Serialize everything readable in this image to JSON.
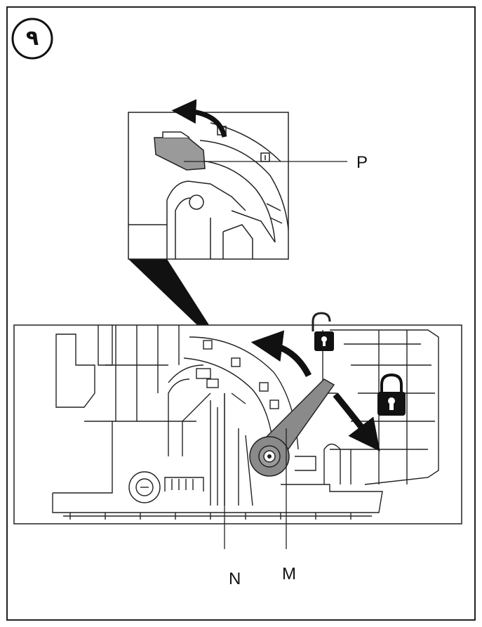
{
  "figure": {
    "step_number": "٩",
    "labels": {
      "p": "P",
      "n": "N",
      "m": "M"
    },
    "icons": [
      "unlocked-padlock-icon",
      "locked-padlock-icon",
      "rotate-arrow-icon"
    ],
    "colors": {
      "line": "#1a1a1a",
      "lever": "#8a8a8a",
      "highlight": "#9a9a9a",
      "paper": "#ffffff"
    }
  }
}
